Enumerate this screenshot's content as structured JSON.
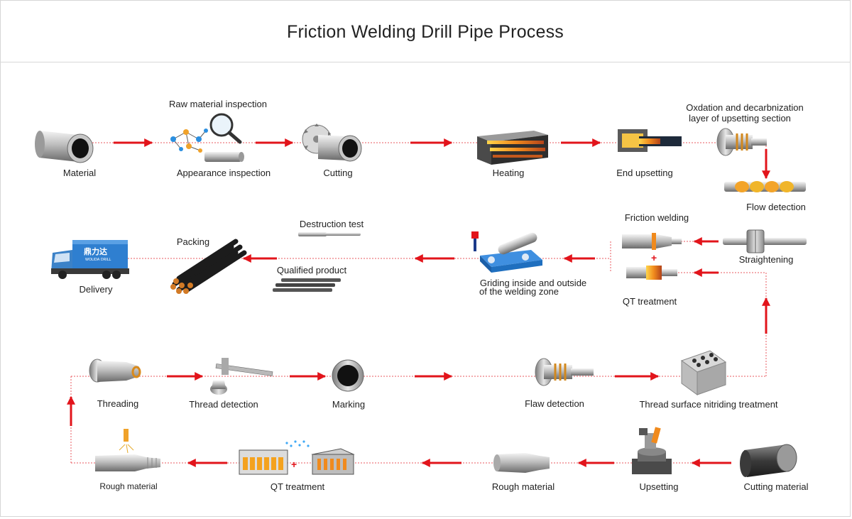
{
  "title": "Friction Welding Drill Pipe Process",
  "row1": {
    "material": "Material",
    "raw_inspection": "Raw material inspection",
    "appearance_inspection": "Appearance inspection",
    "cutting": "Cutting",
    "heating": "Heating",
    "end_upsetting": "End upsetting",
    "oxidation_line1": "Oxdation and decarbnization",
    "oxidation_line2": "layer of upsetting section",
    "flow_detection": "Flow detection"
  },
  "row2": {
    "delivery": "Delivery",
    "truck_logo": "鼎力达",
    "truck_logo_sub": "WOLIDA DRILL",
    "packing": "Packing",
    "destruction_test": "Destruction test",
    "qualified_product": "Qualified product",
    "griding_line1": "Griding inside and outside",
    "griding_line2": "of the welding zone",
    "friction_welding": "Friction welding",
    "qt_treatment": "QT treatment",
    "straightening": "Straightening"
  },
  "row3": {
    "threading": "Threading",
    "thread_detection": "Thread detection",
    "marking": "Marking",
    "flaw_detection": "Flaw detection",
    "thread_nitriding": "Thread surface nitriding treatment"
  },
  "row4": {
    "rough_material_left": "Rough material",
    "qt_treatment": "QT treatment",
    "rough_material_mid": "Rough material",
    "upsetting": "Upsetting",
    "cutting_material": "Cutting material"
  },
  "colors": {
    "arrow": "#e2141b",
    "dotted_line": "#e85a5f",
    "steel_light": "#d8d8d8",
    "steel_dark": "#6d6d6d",
    "hot_orange": "#f08a1d",
    "truck_blue": "#2f7fd0"
  }
}
